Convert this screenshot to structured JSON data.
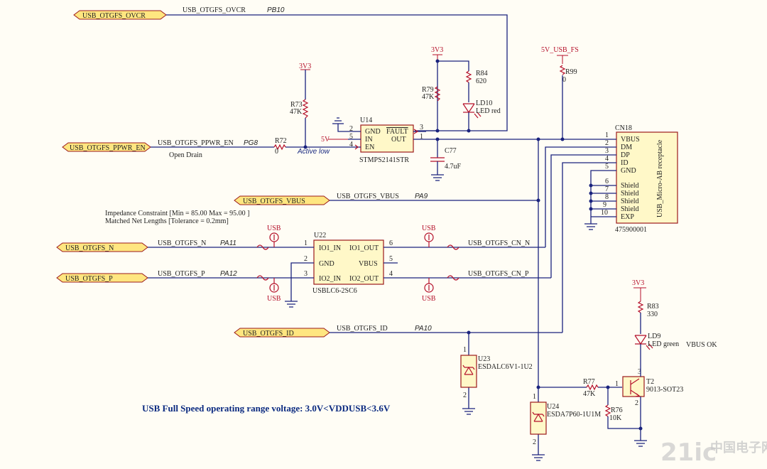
{
  "ports": {
    "ovcr": "USB_OTGFS_OVCR",
    "ppwr": "USB_OTGFS_PPWR_EN",
    "vbus": "USB_OTGFS_VBUS",
    "n": "USB_OTGFS_N",
    "p": "USB_OTGFS_P",
    "id": "USB_OTGFS_ID"
  },
  "nets": {
    "ovcr": "USB_OTGFS_OVCR",
    "ovcr_pin": "PB10",
    "ppwr": "USB_OTGFS_PPWR_EN",
    "ppwr_pin": "PG8",
    "vbus": "USB_OTGFS_VBUS",
    "vbus_pin": "PA9",
    "n": "USB_OTGFS_N",
    "n_pin": "PA11",
    "p": "USB_OTGFS_P",
    "p_pin": "PA12",
    "id": "USB_OTGFS_ID",
    "id_pin": "PA10",
    "cn_n": "USB_OTGFS_CN_N",
    "cn_p": "USB_OTGFS_CN_P"
  },
  "power": {
    "r73": "3V3",
    "r79": "3V3",
    "r83": "3V3",
    "r99": "5V_USB_FS",
    "u14_5v": "5V"
  },
  "notes": {
    "open_drain": "Open Drain",
    "active_low": "Active low",
    "impedance": "Impedance Constraint [Min = 85.00    Max = 95.00    ]",
    "matched": "Matched Net Lengths [Tolerance = 0.2mm]",
    "vbus_ok": "VBUS OK",
    "footer": "USB Full Speed operating range voltage: 3.0V<VDDUSB<3.6V"
  },
  "components": {
    "r72": {
      "ref": "R72",
      "val": "0"
    },
    "r73": {
      "ref": "R73",
      "val": "47K"
    },
    "r79": {
      "ref": "R79",
      "val": "47K"
    },
    "r84": {
      "ref": "R84",
      "val": "620"
    },
    "ld10": {
      "ref": "LD10",
      "val": "LED red"
    },
    "r99": {
      "ref": "R99",
      "val": "0"
    },
    "c77": {
      "ref": "C77",
      "val": "4.7uF"
    },
    "u14": {
      "ref": "U14",
      "val": "STMPS2141STR",
      "pins": [
        "GND",
        "IN",
        "EN",
        "FAULT",
        "OUT"
      ],
      "nums": [
        "2",
        "5",
        "4",
        "3",
        "1"
      ]
    },
    "cn18": {
      "ref": "CN18",
      "val": "475900001",
      "title": "USB_Micro-AB receptacle",
      "pins": [
        "VBUS",
        "DM",
        "DP",
        "ID",
        "GND",
        "Shield",
        "Shield",
        "Shield",
        "Shield",
        "EXP"
      ],
      "nums": [
        "1",
        "2",
        "3",
        "4",
        "5",
        "6",
        "7",
        "8",
        "9",
        "10"
      ]
    },
    "u22": {
      "ref": "U22",
      "val": "USBLC6-2SC6",
      "pins": [
        "IO1_IN",
        "GND",
        "IO2_IN",
        "IO1_OUT",
        "VBUS",
        "IO2_OUT"
      ],
      "nums": [
        "1",
        "2",
        "3",
        "6",
        "5",
        "4"
      ]
    },
    "u23": {
      "ref": "U23",
      "val": "ESDALC6V1-1U2"
    },
    "u24": {
      "ref": "U24",
      "val": "ESDA7P60-1U1M"
    },
    "r83": {
      "ref": "R83",
      "val": "330"
    },
    "ld9": {
      "ref": "LD9",
      "val": "LED green"
    },
    "r77": {
      "ref": "R77",
      "val": "47K"
    },
    "r76": {
      "ref": "R76",
      "val": "10K"
    },
    "t2": {
      "ref": "T2",
      "val": "9013-SOT23"
    }
  },
  "testpoints": {
    "label": "USB"
  },
  "pin_numbers": {
    "one": "1",
    "two": "2",
    "three": "3"
  },
  "watermark": {
    "logo": "21ic",
    "cn": "中国电子网"
  }
}
